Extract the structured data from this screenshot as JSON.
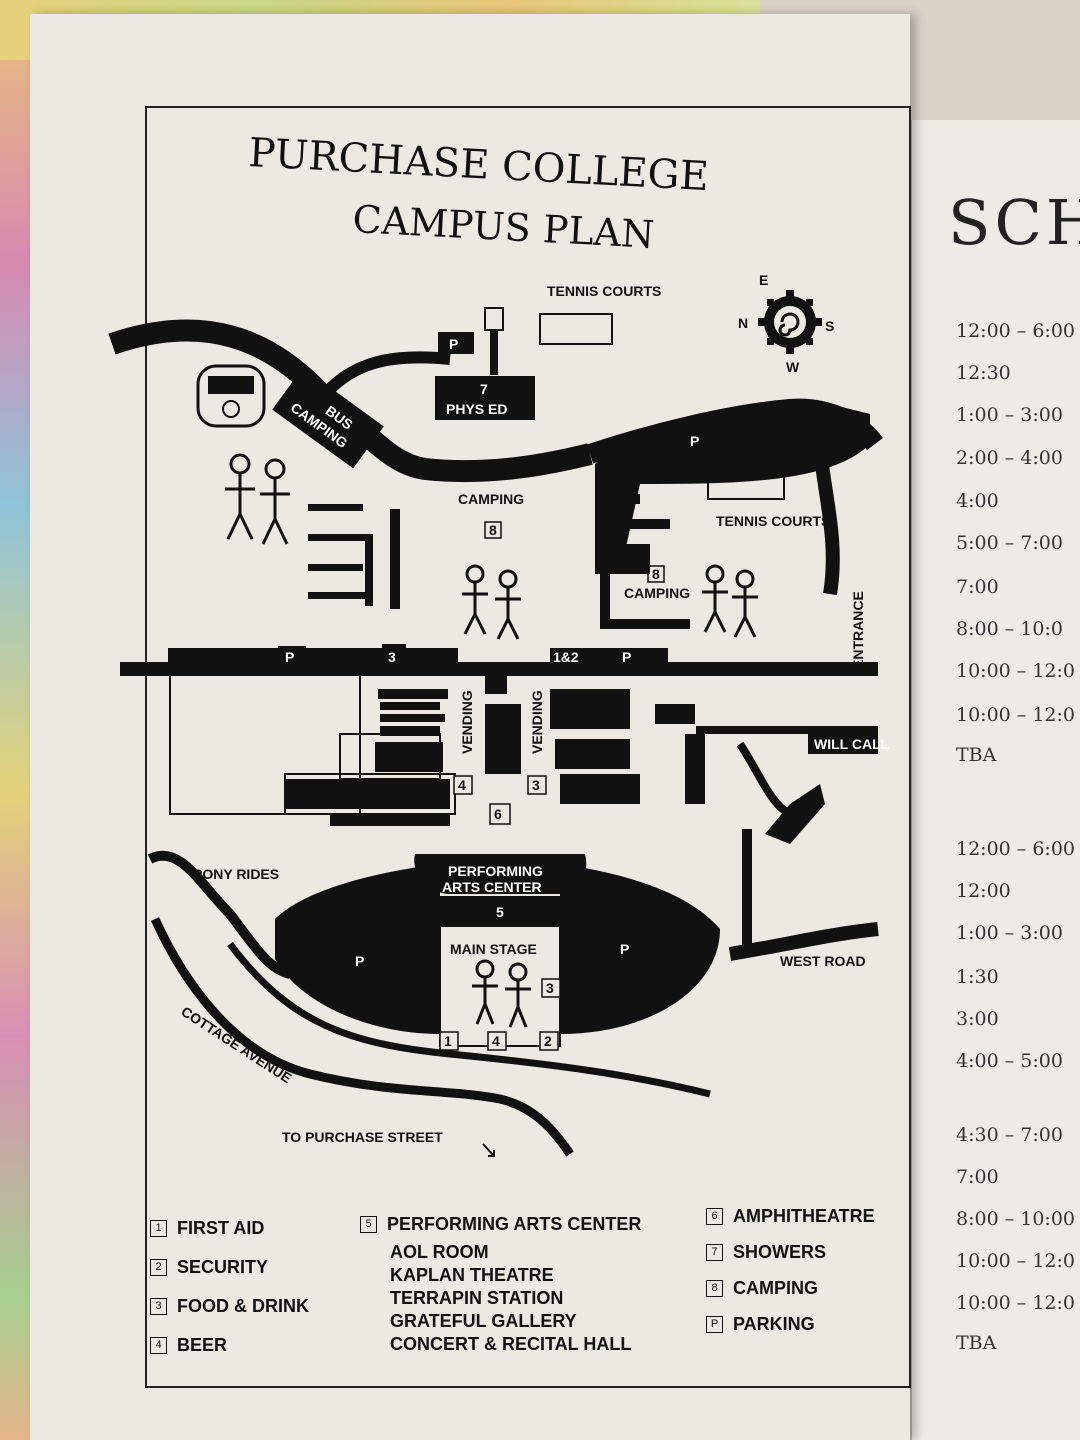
{
  "map": {
    "title_line1": "PURCHASE COLLEGE",
    "title_line2": "CAMPUS PLAN",
    "compass": {
      "n": "N",
      "e": "E",
      "s": "S",
      "w": "W"
    },
    "labels": {
      "tennis_courts_1": "TENNIS COURTS",
      "tennis_courts_2": "TENNIS COURTS",
      "phys_ed": "PHYS ED",
      "phys_ed_num": "7",
      "bus_camping_1": "BUS",
      "bus_camping_2": "CAMPING",
      "camping_1": "CAMPING",
      "camping_2": "CAMPING",
      "vending": "VENDING",
      "entrance": "ENTRANCE",
      "will_call": "WILL CALL",
      "pony_rides": "PONY RIDES",
      "pac_1": "PERFORMING",
      "pac_2": "ARTS CENTER",
      "pac_num": "5",
      "main_stage": "MAIN STAGE",
      "west_road": "WEST ROAD",
      "cottage_avenue": "COTTAGE AVENUE",
      "to_purchase_street": "TO PURCHASE STREET",
      "parking": "P",
      "num_1": "1",
      "num_2": "2",
      "num_3": "3",
      "num_4": "4",
      "num_6": "6",
      "num_8": "8",
      "num_12": "1&2"
    }
  },
  "legend": {
    "col1": [
      {
        "num": "1",
        "label": "FIRST AID"
      },
      {
        "num": "2",
        "label": "SECURITY"
      },
      {
        "num": "3",
        "label": "FOOD & DRINK"
      },
      {
        "num": "4",
        "label": "BEER"
      }
    ],
    "col2_main": {
      "num": "5",
      "label": "PERFORMING ARTS CENTER"
    },
    "col2_sub": [
      "AOL ROOM",
      "KAPLAN THEATRE",
      "TERRAPIN STATION",
      "GRATEFUL GALLERY",
      "CONCERT & RECITAL HALL"
    ],
    "col3": [
      {
        "num": "6",
        "label": "AMPHITHEATRE"
      },
      {
        "num": "7",
        "label": "SHOWERS"
      },
      {
        "num": "8",
        "label": "CAMPING"
      },
      {
        "num": "P",
        "label": "PARKING"
      }
    ]
  },
  "schedule": {
    "title": "SCH",
    "times": [
      "12:00 – 6:00",
      "12:30",
      "1:00 – 3:00",
      "2:00 – 4:00",
      "4:00",
      "5:00 – 7:00",
      "7:00",
      "8:00 – 10:0",
      "10:00 – 12:0",
      "10:00 – 12:0",
      "TBA",
      "12:00 – 6:00",
      "12:00",
      "1:00 – 3:00",
      "1:30",
      "3:00",
      "4:00 – 5:00",
      "4:30 – 7:00",
      "7:00",
      "8:00 – 10:00",
      "10:00 – 12:0",
      "10:00 – 12:0",
      "TBA"
    ]
  }
}
